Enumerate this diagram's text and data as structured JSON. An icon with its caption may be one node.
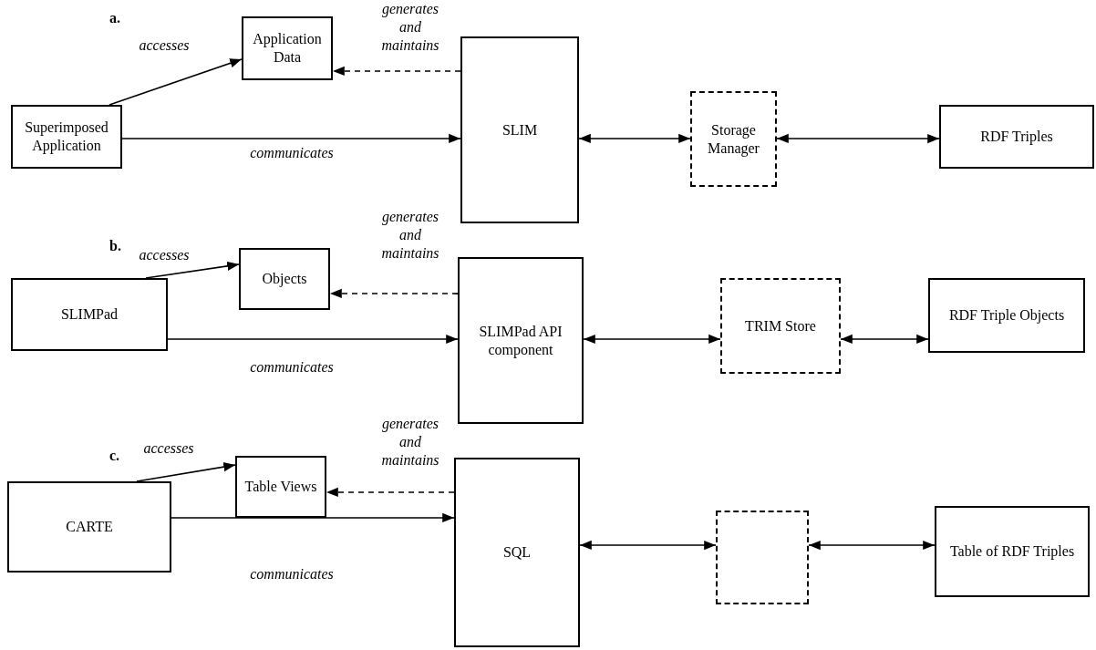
{
  "diagram": {
    "nodes": [
      {
        "text": [
          "Application Data"
        ]
      },
      {
        "text": [
          "Superimposed Application"
        ]
      },
      {
        "text": [
          "SLIM"
        ]
      },
      {
        "text": [
          "Storage Manager"
        ]
      },
      {
        "text": [
          "RDF Triples"
        ]
      },
      {
        "text": [
          "Objects"
        ]
      },
      {
        "text": [
          "SLIMPad"
        ]
      },
      {
        "text": [
          "SLIMPad API component"
        ]
      },
      {
        "text": [
          "TRIM Store"
        ]
      },
      {
        "text": [
          "RDF Triple Objects"
        ]
      },
      {
        "text": [
          "Table Views"
        ]
      },
      {
        "text": [
          "CARTE"
        ]
      },
      {
        "text": [
          "SQL"
        ]
      },
      {
        "text": [],
        "shape": "box"
      },
      {
        "text": [
          "Table of RDF Triples"
        ]
      }
    ],
    "edges": [
      {
        "from": 1,
        "to": 0,
        "arrow": "to",
        "label": "accesses"
      },
      {
        "from": 2,
        "to": 0,
        "arrow": "to",
        "style": "dashed",
        "label": "generates and maintains"
      },
      {
        "from": 1,
        "to": 2,
        "arrow": "to",
        "label": "communicates"
      },
      {
        "from": 2,
        "to": 3,
        "arrow": "both"
      },
      {
        "from": 3,
        "to": 4,
        "arrow": "both"
      },
      {
        "from": 6,
        "to": 5,
        "arrow": "to",
        "label": "accesses"
      },
      {
        "from": 7,
        "to": 5,
        "arrow": "to",
        "style": "dashed",
        "label": "generates and maintains"
      },
      {
        "from": 6,
        "to": 7,
        "arrow": "to",
        "label": "communicates"
      },
      {
        "from": 7,
        "to": 8,
        "arrow": "both"
      },
      {
        "from": 8,
        "to": 9,
        "arrow": "both"
      },
      {
        "from": 11,
        "to": 10,
        "arrow": "to",
        "label": "accesses"
      },
      {
        "from": 12,
        "to": 10,
        "arrow": "to",
        "style": "dashed",
        "label": "generates and maintains"
      },
      {
        "from": 11,
        "to": 12,
        "arrow": "to",
        "label": "communicates"
      },
      {
        "from": 12,
        "to": 13,
        "arrow": "both"
      },
      {
        "from": 13,
        "to": 14,
        "arrow": "both"
      }
    ],
    "labels": [
      "a.",
      "b.",
      "c."
    ]
  }
}
